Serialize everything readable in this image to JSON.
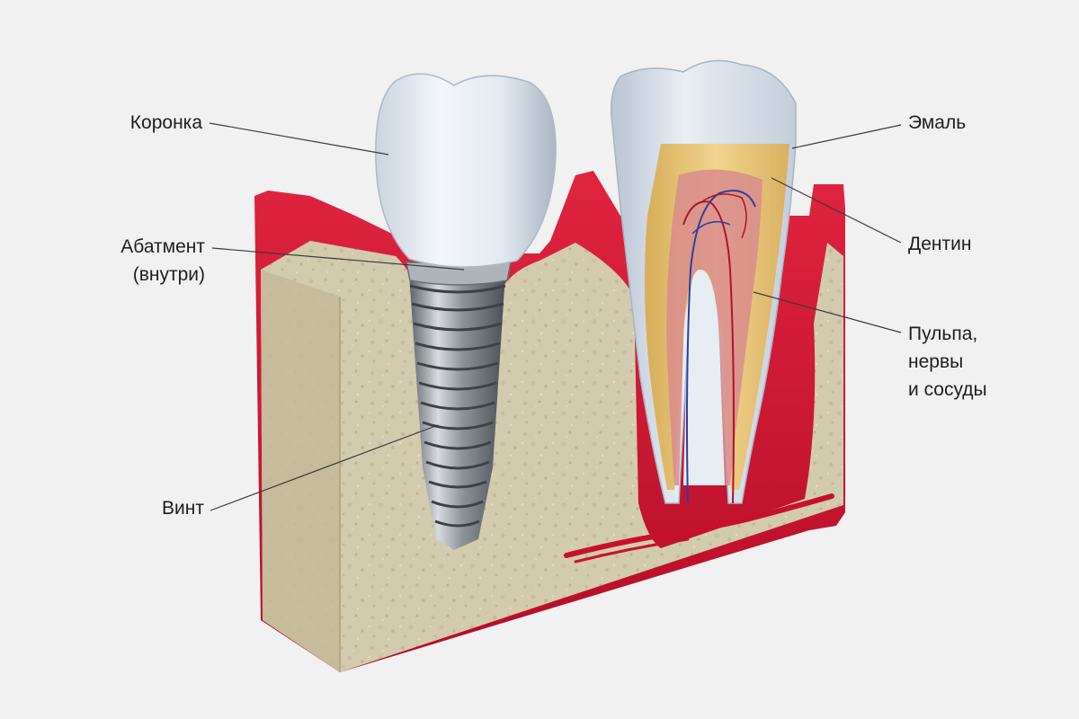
{
  "labels": {
    "crown": "Коронка",
    "abutment_line1": "Абатмент",
    "abutment_line2": "(внутри)",
    "screw": "Винт",
    "enamel": "Эмаль",
    "dentin": "Дентин",
    "pulp_line1": "Пульпа,",
    "pulp_line2": "нервы",
    "pulp_line3": "и сосуды"
  },
  "colors": {
    "background": "#f1f1f1",
    "bone": "#d4ccb0",
    "gum": "#c8102e",
    "enamel": "#dde6ef",
    "dentin": "#e9c77a",
    "pulp": "#d98c8c",
    "metal": "#9aa0a6",
    "leader_line": "#3a3a3a"
  }
}
